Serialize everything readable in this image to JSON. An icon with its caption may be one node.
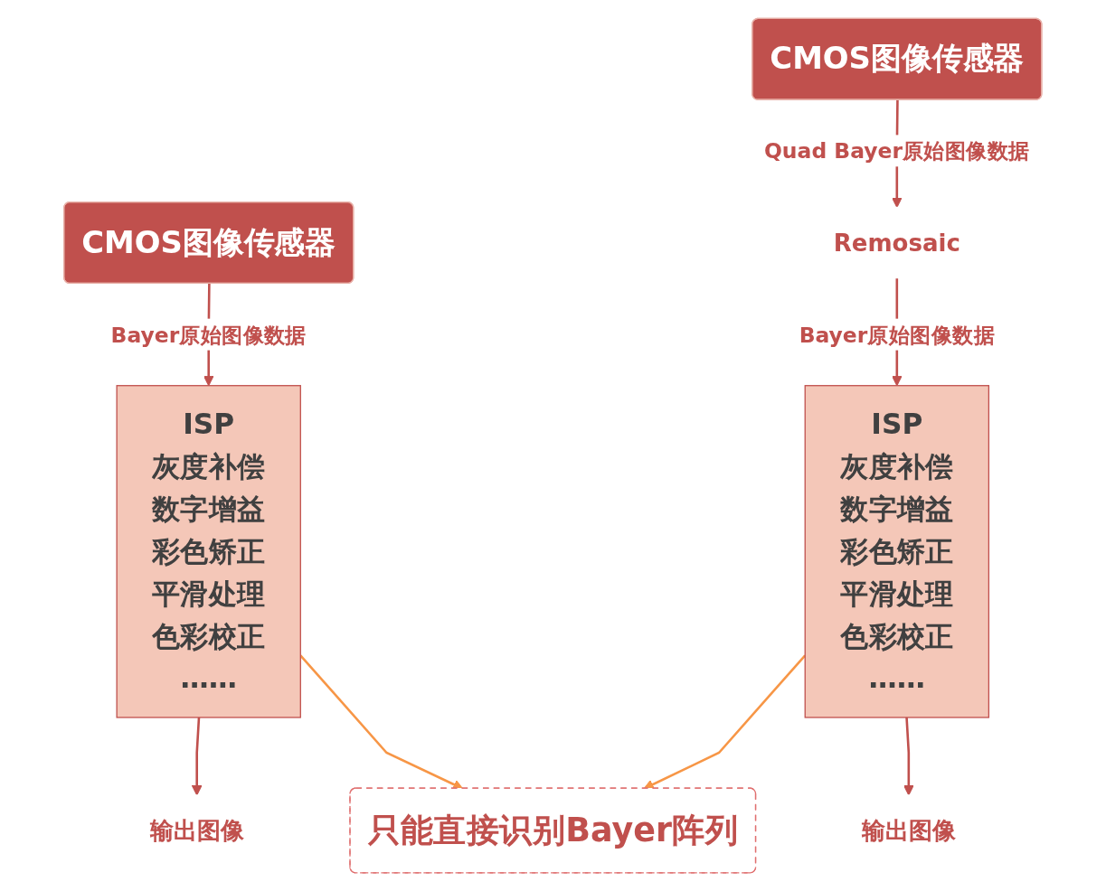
{
  "diagram": {
    "nodes": [
      {
        "text": [
          "CMOS图像传感器"
        ]
      },
      {
        "text": [
          "ISP",
          "灰度补偿",
          "数字增益",
          "彩色矫正",
          "平滑处理",
          "色彩校正",
          "……"
        ]
      },
      {
        "text": [
          "输出图像"
        ]
      },
      {
        "text": [
          "只能直接识别Bayer阵列"
        ]
      },
      {
        "text": [
          "CMOS图像传感器"
        ]
      },
      {
        "text": [
          "Remosaic"
        ]
      },
      {
        "text": [
          "ISP",
          "灰度补偿",
          "数字增益",
          "彩色矫正",
          "平滑处理",
          "色彩校正",
          "……"
        ]
      },
      {
        "text": [
          "输出图像"
        ]
      }
    ],
    "edges": [
      {
        "from": 0,
        "to": 1,
        "arrow": "to",
        "label": "Bayer原始图像数据"
      },
      {
        "from": 1,
        "to": 2,
        "arrow": "to"
      },
      {
        "from": 1,
        "to": 3,
        "arrow": "to",
        "color": "#f79646"
      },
      {
        "from": 4,
        "to": 5,
        "arrow": "to",
        "label": "Quad Bayer原始图像数据"
      },
      {
        "from": 5,
        "to": 6,
        "arrow": "to",
        "label": "Bayer原始图像数据"
      },
      {
        "from": 6,
        "to": 3,
        "arrow": "to",
        "color": "#f79646"
      },
      {
        "from": 6,
        "to": 7,
        "arrow": "to"
      }
    ]
  }
}
